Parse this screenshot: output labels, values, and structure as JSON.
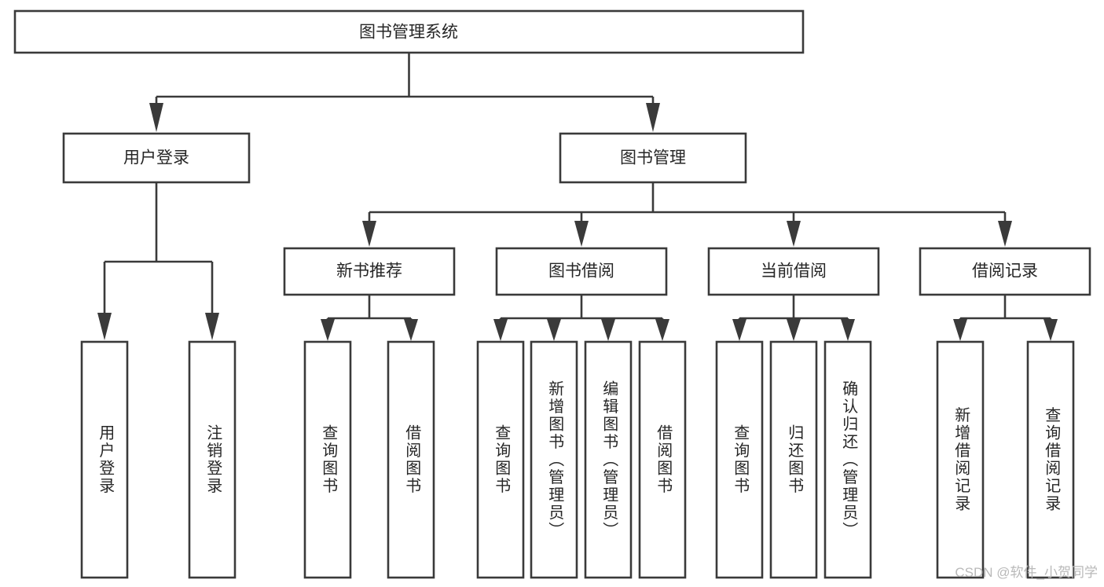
{
  "diagram": {
    "title": "图书管理系统",
    "type": "tree-hierarchy",
    "watermark": "CSDN @软件_小贺同学",
    "colors": {
      "stroke": "#3a3a3a",
      "fill": "#ffffff",
      "text": "#262626",
      "watermark": "#b9b9b9",
      "background": "#ffffff"
    },
    "nodes": {
      "root": {
        "label": "图书管理系统",
        "level": 1,
        "orientation": "horizontal"
      },
      "l2_user_login": {
        "label": "用户登录",
        "level": 2,
        "orientation": "horizontal"
      },
      "l2_book_manage": {
        "label": "图书管理",
        "level": 2,
        "orientation": "horizontal"
      },
      "l3_new_book_rec": {
        "label": "新书推荐",
        "level": 3,
        "orientation": "horizontal"
      },
      "l3_book_borrow": {
        "label": "图书借阅",
        "level": 3,
        "orientation": "horizontal"
      },
      "l3_current_borrow": {
        "label": "当前借阅",
        "level": 3,
        "orientation": "horizontal"
      },
      "l3_borrow_record": {
        "label": "借阅记录",
        "level": 3,
        "orientation": "horizontal"
      },
      "leaf_user_login": {
        "label": "用户登录",
        "level": 4,
        "orientation": "vertical"
      },
      "leaf_logout": {
        "label": "注销登录",
        "level": 4,
        "orientation": "vertical"
      },
      "leaf_query_book_1": {
        "label": "查询图书",
        "level": 4,
        "orientation": "vertical"
      },
      "leaf_borrow_book_1": {
        "label": "借阅图书",
        "level": 4,
        "orientation": "vertical"
      },
      "leaf_query_book_2": {
        "label": "查询图书",
        "level": 4,
        "orientation": "vertical"
      },
      "leaf_add_book": {
        "label": "新增图书（管理员）",
        "level": 4,
        "orientation": "vertical"
      },
      "leaf_edit_book": {
        "label": "编辑图书（管理员）",
        "level": 4,
        "orientation": "vertical"
      },
      "leaf_borrow_book_2": {
        "label": "借阅图书",
        "level": 4,
        "orientation": "vertical"
      },
      "leaf_query_book_3": {
        "label": "查询图书",
        "level": 4,
        "orientation": "vertical"
      },
      "leaf_return_book": {
        "label": "归还图书",
        "level": 4,
        "orientation": "vertical"
      },
      "leaf_confirm_return": {
        "label": "确认归还（管理员）",
        "level": 4,
        "orientation": "vertical"
      },
      "leaf_add_record": {
        "label": "新增借阅记录",
        "level": 4,
        "orientation": "vertical"
      },
      "leaf_query_record": {
        "label": "查询借阅记录",
        "level": 4,
        "orientation": "vertical"
      }
    },
    "edges": [
      {
        "from": "root",
        "to": "l2_user_login"
      },
      {
        "from": "root",
        "to": "l2_book_manage"
      },
      {
        "from": "l2_user_login",
        "to": "leaf_user_login"
      },
      {
        "from": "l2_user_login",
        "to": "leaf_logout"
      },
      {
        "from": "l2_book_manage",
        "to": "l3_new_book_rec"
      },
      {
        "from": "l2_book_manage",
        "to": "l3_book_borrow"
      },
      {
        "from": "l2_book_manage",
        "to": "l3_current_borrow"
      },
      {
        "from": "l2_book_manage",
        "to": "l3_borrow_record"
      },
      {
        "from": "l3_new_book_rec",
        "to": "leaf_query_book_1"
      },
      {
        "from": "l3_new_book_rec",
        "to": "leaf_borrow_book_1"
      },
      {
        "from": "l3_book_borrow",
        "to": "leaf_query_book_2"
      },
      {
        "from": "l3_book_borrow",
        "to": "leaf_add_book"
      },
      {
        "from": "l3_book_borrow",
        "to": "leaf_edit_book"
      },
      {
        "from": "l3_book_borrow",
        "to": "leaf_borrow_book_2"
      },
      {
        "from": "l3_current_borrow",
        "to": "leaf_query_book_3"
      },
      {
        "from": "l3_current_borrow",
        "to": "leaf_return_book"
      },
      {
        "from": "l3_current_borrow",
        "to": "leaf_confirm_return"
      },
      {
        "from": "l3_borrow_record",
        "to": "leaf_add_record"
      },
      {
        "from": "l3_borrow_record",
        "to": "leaf_query_record"
      }
    ]
  }
}
